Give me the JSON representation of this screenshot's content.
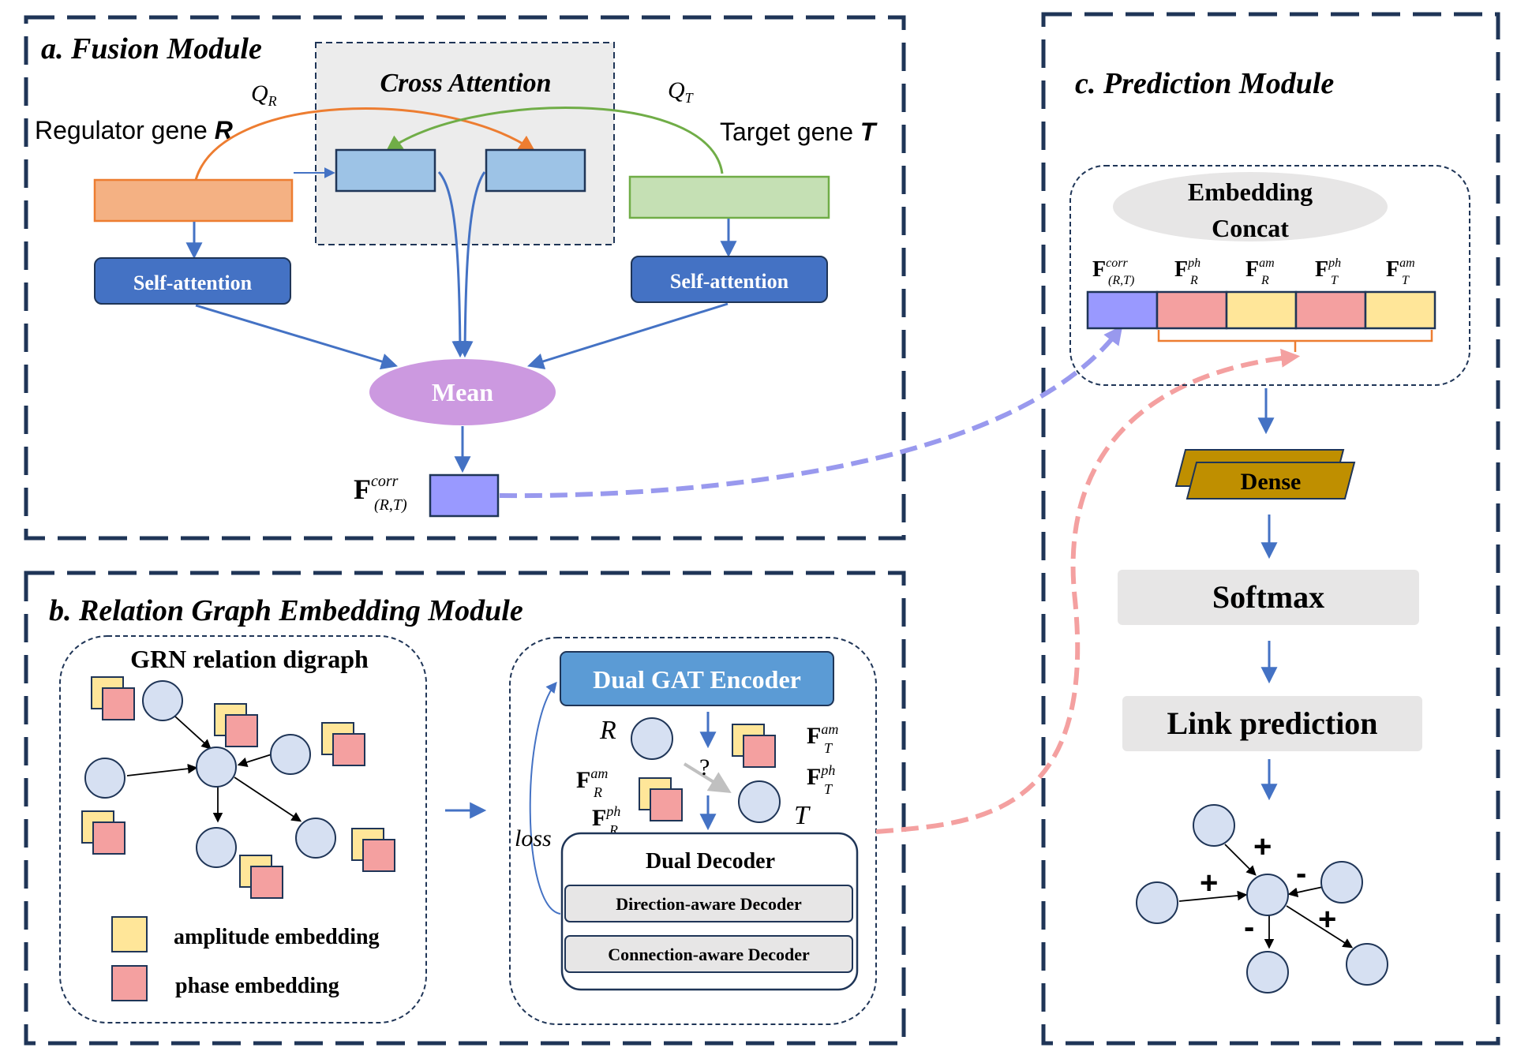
{
  "fusion": {
    "title": "a. Fusion Module",
    "cross_attention": "Cross Attention",
    "q_r": "Q",
    "q_r_sub": "R",
    "q_t": "Q",
    "q_t_sub": "T",
    "regulator_label": "Regulator gene ",
    "regulator_var": "R",
    "target_label": "Target gene ",
    "target_var": "T",
    "self_attention_left": "Self-attention",
    "self_attention_right": "Self-attention",
    "mean": "Mean",
    "f_corr_base": "F",
    "f_corr_sup": "corr",
    "f_corr_sub": "(R,T)"
  },
  "relation": {
    "title": "b. Relation Graph Embedding Module",
    "digraph_title": "GRN relation digraph",
    "legend_amplitude": "amplitude embedding",
    "legend_phase": "phase embedding",
    "encoder": "Dual GAT Encoder",
    "r_var": "R",
    "t_var": "T",
    "question": "?",
    "loss": "loss",
    "f_base": "F",
    "f_am": "am",
    "f_ph": "ph",
    "sub_r": "R",
    "sub_t": "T",
    "decoder_title": "Dual Decoder",
    "direction_decoder": "Direction-aware Decoder",
    "connection_decoder": "Connection-aware Decoder"
  },
  "prediction": {
    "title": "c. Prediction Module",
    "concat_line1": "Embedding",
    "concat_line2": "Concat",
    "f_base": "F",
    "f_corr_sup": "corr",
    "f_corr_sub": "(R,T)",
    "f_ph": "ph",
    "f_am": "am",
    "sub_r": "R",
    "sub_t": "T",
    "dense": "Dense",
    "softmax": "Softmax",
    "link_prediction": "Link prediction",
    "plus": "+",
    "minus": "-"
  },
  "colors": {
    "frame": "#1f3557",
    "orange_fill": "#f4b183",
    "orange_stroke": "#ed7d31",
    "green_fill": "#c5e0b4",
    "green_stroke": "#70ad47",
    "blue_box": "#9dc3e6",
    "self_attention": "#4472c4",
    "mean": "#cc99e0",
    "corr_purple": "#9999ff",
    "phase_pink": "#f4a0a0",
    "amp_yellow": "#ffe699",
    "node": "#d6e0f2",
    "encoder": "#5b9bd5",
    "dense": "#bf8f00",
    "gray_box": "#e7e6e6",
    "pink_arrow": "#f4a0a0",
    "purple_arrow": "#9999ee"
  }
}
